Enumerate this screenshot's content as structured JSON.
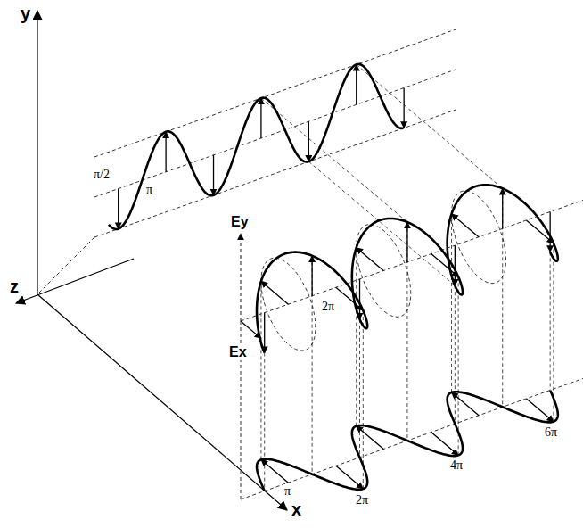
{
  "diagram": {
    "labels": [
      "y",
      "π/2",
      "π",
      "Ey",
      "2π",
      "z",
      "Ex",
      "π",
      "2π",
      "4π",
      "6π",
      "x"
    ]
  }
}
